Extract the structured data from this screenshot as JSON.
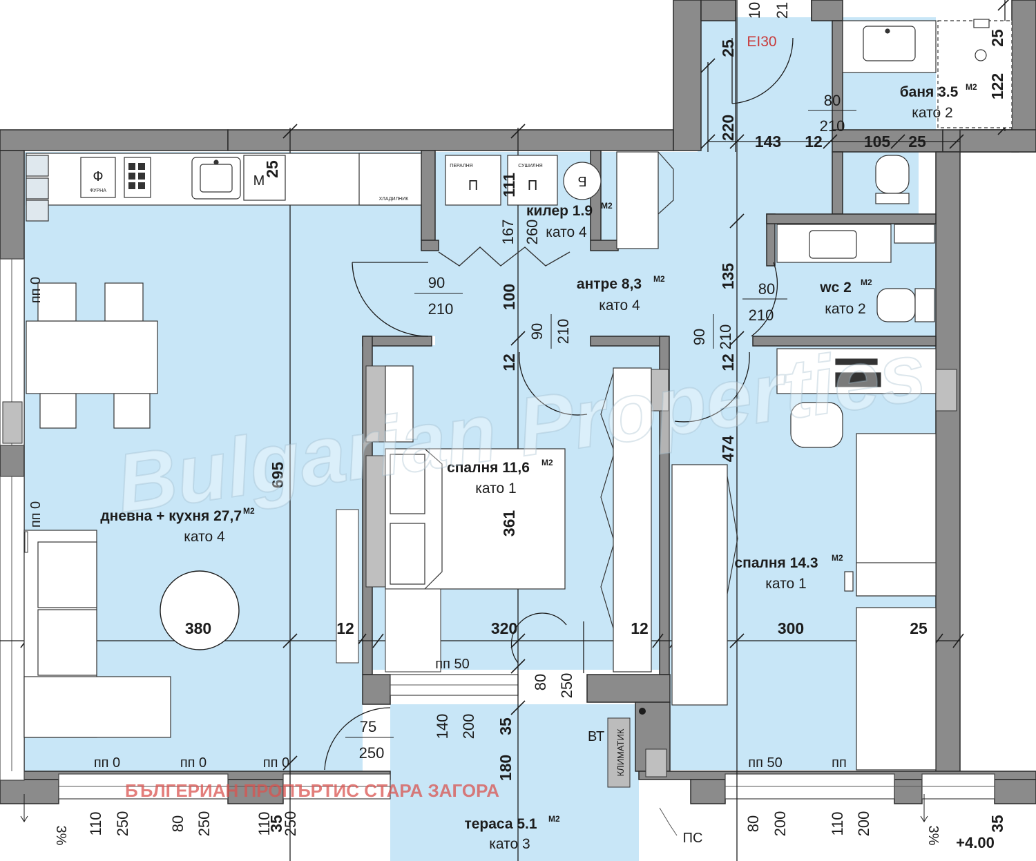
{
  "rooms": {
    "living": {
      "name": "дневна + кухня 27,7",
      "unit": "M2",
      "sub": "като 4"
    },
    "storage": {
      "name": "килер 1.9",
      "unit": "M2",
      "sub": "като 4"
    },
    "hall": {
      "name": "антре 8,3",
      "unit": "M2",
      "sub": "като 4"
    },
    "wc": {
      "name": "wc 2",
      "unit": "M2",
      "sub": "като 2"
    },
    "bath": {
      "name": "баня 3.5",
      "unit": "M2",
      "sub": "като 2"
    },
    "bed1": {
      "name": "спалня 11,6",
      "unit": "M2",
      "sub": "като 1"
    },
    "bed2": {
      "name": "спалня 14.3",
      "unit": "M2",
      "sub": "като 1"
    },
    "terrace": {
      "name": "тераса 5.1",
      "unit": "M2",
      "sub": "като 3"
    }
  },
  "dimensions": {
    "top_10": "10",
    "top_21": "21",
    "top_25a": "25",
    "top_25b": "25",
    "v220": "220",
    "v122": "122",
    "d143": "143",
    "d12a": "12",
    "d105": "105",
    "d25a": "25",
    "k25": "25",
    "v111": "111",
    "v167": "167",
    "v260": "260",
    "v135": "135",
    "v100": "100",
    "v12a": "12",
    "v12b": "12",
    "v474": "474",
    "v695": "695",
    "v361": "361",
    "h380": "380",
    "h12a": "12",
    "h320": "320",
    "h12b": "12",
    "h300": "300",
    "h25b": "25",
    "v80t": "80",
    "v250t": "250",
    "v140": "140",
    "v200": "200",
    "v35a": "35",
    "v180": "180",
    "b110a": "110",
    "b250a": "250",
    "b80a": "80",
    "b250b": "250",
    "b110b": "110",
    "b35": "35",
    "b250c": "250",
    "b80b": "80",
    "b200a": "200",
    "b110c": "110",
    "b200b": "200",
    "b35r": "35"
  },
  "doors": {
    "d1_w": "80",
    "d1_h": "210",
    "d2_w": "90",
    "d2_h": "210",
    "d3_w": "80",
    "d3_h": "210",
    "d4_w": "90",
    "d4_h": "210",
    "d5_w": "90",
    "d5_h": "210",
    "d6_w": "75",
    "d6_h": "250"
  },
  "labels": {
    "fire_door": "EI30",
    "fridge": "ХЛАДИЛНИК",
    "oven": "ФУРНА",
    "oven_symbol": "Ф",
    "washer": "ПЕРАЛНЯ",
    "dryer": "СУШИЛНЯ",
    "wm_symbol": "М",
    "p1": "П",
    "p2": "П",
    "boiler": "Б",
    "sill_pp0_a": "пп 0",
    "sill_pp0_b": "пп 0",
    "sill_pp0_c": "пп 0",
    "sill_pp0_d": "пп 0",
    "sill_pp0_e": "пп 0",
    "sill_pp50_a": "пп 50",
    "sill_pp50_b": "пп 50",
    "sill_pp_c": "пп",
    "bt80": "ВТ 80",
    "klima": "КЛИМАТИК",
    "ps": "ПС",
    "level": "+4.00",
    "slope_left": "3%",
    "slope_right": "3%",
    "watermark_logo": "Bulgarian Properties",
    "watermark_text": "БЪЛГЕРИАН ПРОПЪРТИС СТАРА ЗАГОРА"
  },
  "colors": {
    "room_fill": "#c8e6f7",
    "wall": "#8b8b8b",
    "line": "#1c1c1c",
    "watermark": "#d9534f"
  }
}
